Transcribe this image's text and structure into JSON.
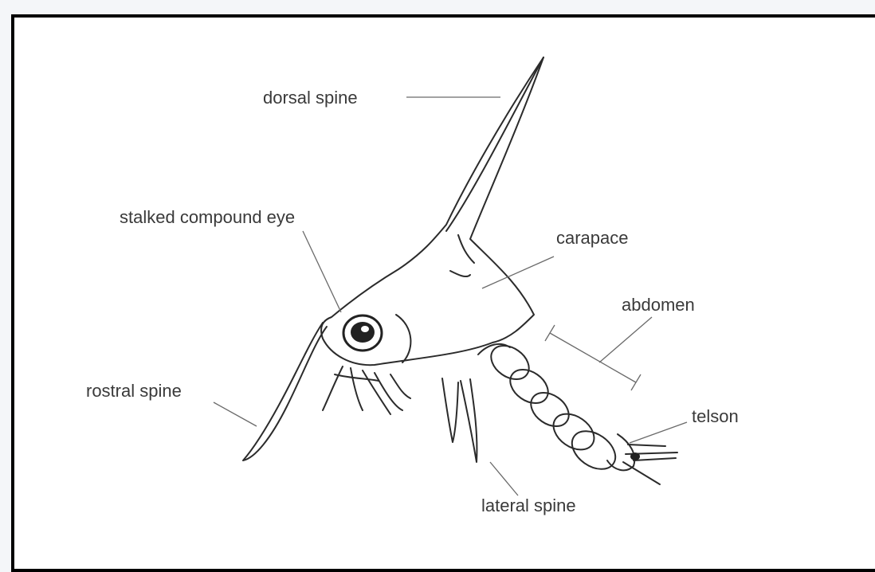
{
  "diagram": {
    "labels": {
      "dorsal_spine": "dorsal spine",
      "stalked_compound_eye": "stalked compound eye",
      "carapace": "carapace",
      "abdomen": "abdomen",
      "rostral_spine": "rostral spine",
      "telson": "telson",
      "lateral_spine": "lateral spine"
    }
  }
}
